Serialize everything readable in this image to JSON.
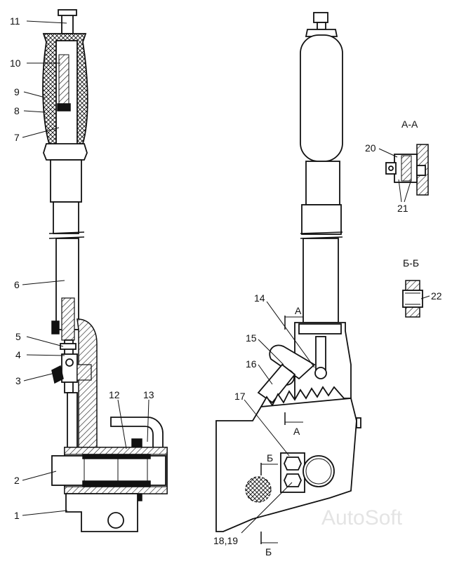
{
  "callouts": {
    "n1": "1",
    "n2": "2",
    "n3": "3",
    "n4": "4",
    "n5": "5",
    "n6": "6",
    "n7": "7",
    "n8": "8",
    "n9": "9",
    "n10": "10",
    "n11": "11",
    "n12": "12",
    "n13": "13",
    "n14": "14",
    "n15": "15",
    "n16": "16",
    "n17": "17",
    "n1819": "18,19",
    "n20": "20",
    "n21": "21",
    "n22": "22"
  },
  "sections": {
    "aa_title": "А-А",
    "bb_title": "Б-Б",
    "mark_a_top": "А",
    "mark_a_bottom": "А",
    "mark_b_top": "Б",
    "mark_b_bottom": "Б"
  },
  "watermark": "AutoSoft"
}
